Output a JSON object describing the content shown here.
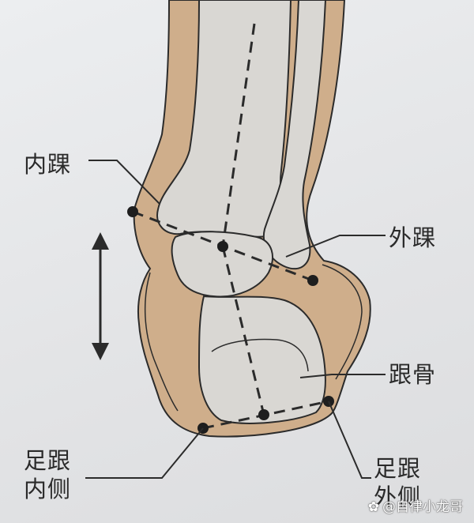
{
  "labels": {
    "medial_malleolus": "内踝",
    "lateral_malleolus": "外踝",
    "calcaneus": "跟骨",
    "medial_heel": "足跟内侧",
    "lateral_heel": "足跟外侧"
  },
  "watermark": {
    "text": "@自律小龙哥",
    "icon": "paw-icon"
  },
  "colors": {
    "skin": "#cfae8b",
    "bone": "#d9d7d3",
    "outline": "#2b2b2b",
    "background": "#e6e7e9"
  }
}
